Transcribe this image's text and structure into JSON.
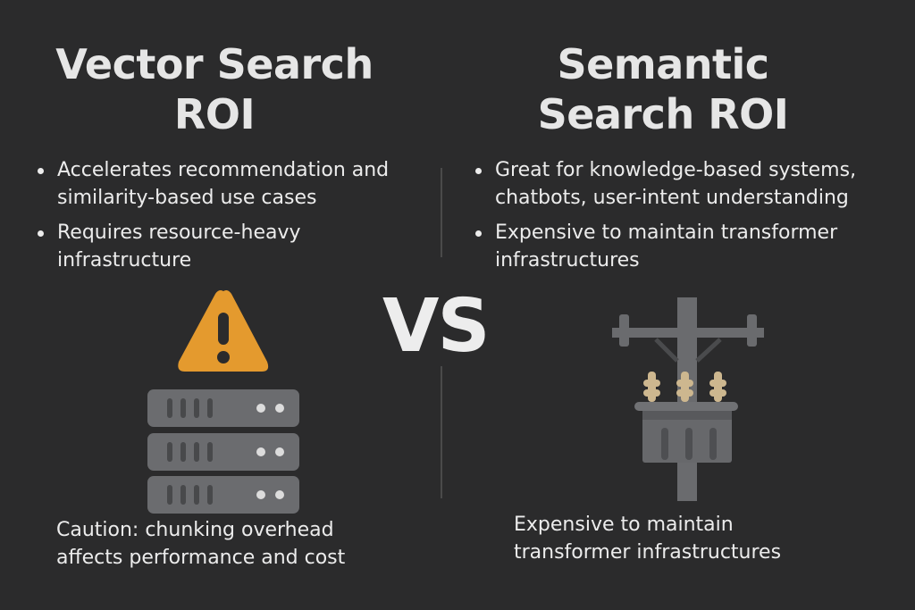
{
  "left": {
    "title_line1": "Vector Search",
    "title_line2": "ROI",
    "bullets": [
      "Accelerates recommendation and similarity-based use cases",
      "Requires resource-heavy infrastructure"
    ],
    "caption": "Caution: chunking overhead affects performance and cost",
    "icons": [
      "warning-icon",
      "server-rack-icon"
    ]
  },
  "center": {
    "vs_label": "VS"
  },
  "right": {
    "title_line1": "Semantic",
    "title_line2": "Search ROI",
    "bullets": [
      "Great for knowledge-based systems, chatbots, user-intent understanding",
      "Expensive to maintain transformer infrastructures"
    ],
    "caption": "Expensive to maintain transformer infrastructures",
    "icons": [
      "utility-pole-transformer-icon"
    ]
  },
  "colors": {
    "background": "#2b2b2c",
    "warning": "#e49a2e",
    "server": "#6b6c6f",
    "insulator": "#cdb78f"
  }
}
